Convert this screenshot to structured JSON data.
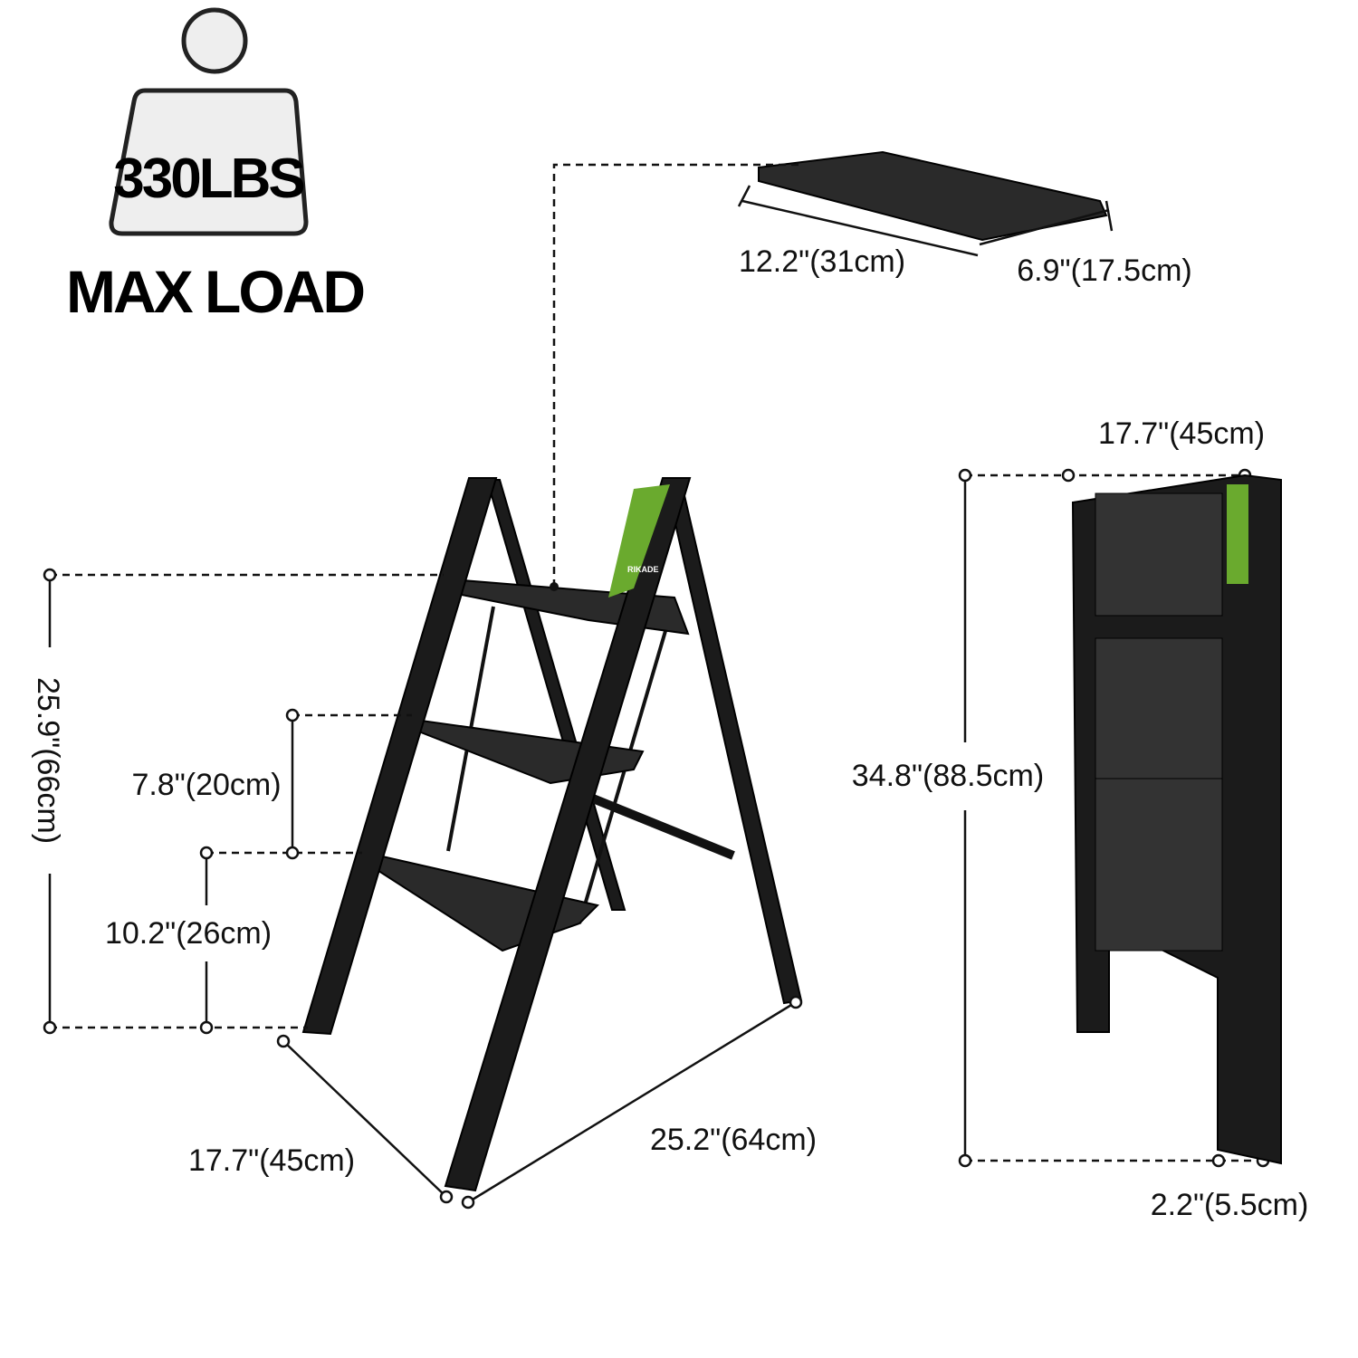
{
  "max_load": {
    "weight": "330LBS",
    "caption": "MAX LOAD"
  },
  "brand_label": "RIKADE",
  "dimensions": {
    "open_height": "25.9\"(66cm)",
    "step_spacing": "7.8\"(20cm)",
    "bottom_step_height": "10.2\"(26cm)",
    "open_depth": "17.7\"(45cm)",
    "open_length": "25.2\"(64cm)",
    "step_width": "12.2\"(31cm)",
    "step_depth": "6.9\"(17.5cm)",
    "folded_width": "17.7\"(45cm)",
    "folded_height": "34.8\"(88.5cm)",
    "folded_thickness": "2.2\"(5.5cm)"
  },
  "colors": {
    "ladder": "#1b1b1b",
    "label": "#6aaa2e"
  }
}
